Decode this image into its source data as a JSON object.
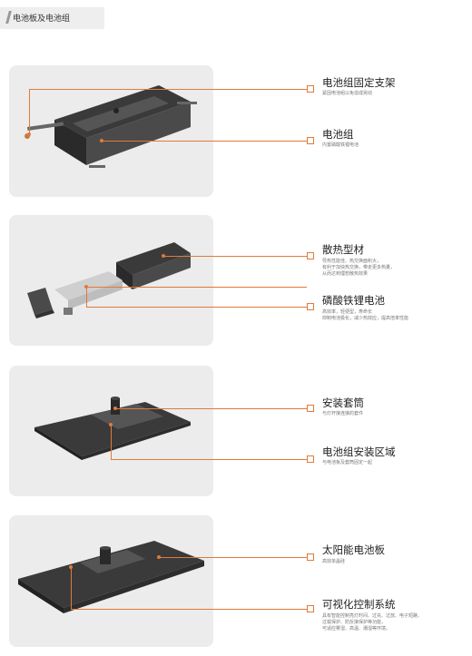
{
  "header": {
    "title": "电池板及电池组"
  },
  "sections": [
    {
      "items": [
        {
          "title": "电池组固定支架",
          "desc": [
            "紧固电池组以免造成晃动"
          ]
        },
        {
          "title": "电池组",
          "desc": [
            "内置磷酸铁锂电池"
          ]
        }
      ]
    },
    {
      "items": [
        {
          "title": "散热型材",
          "desc": [
            "导热性能佳、热交换面积大，",
            "有利于加快热交换，带走更多热量，",
            "从而达到理想散热效果"
          ]
        },
        {
          "title": "磷酸铁锂电池",
          "desc": [
            "高效率，轻便型，寿命长",
            "抑制电池极化，减少热效应，提高倍率性能"
          ]
        }
      ]
    },
    {
      "items": [
        {
          "title": "安装套筒",
          "desc": [
            "与灯杆接连接的套件"
          ]
        },
        {
          "title": "电池组安装区域",
          "desc": [
            "与电池板及套筒固定一起"
          ]
        }
      ]
    },
    {
      "items": [
        {
          "title": "太阳能电池板",
          "desc": [
            "高效单晶硅"
          ]
        },
        {
          "title": "可视化控制系统",
          "desc": [
            "具有智能控制亮灯时间、过充、过放、电子短路、",
            "过载保护、防反接保护等功能，",
            "可适应雾湿、高温、潮湿等环境。"
          ]
        }
      ]
    }
  ],
  "colors": {
    "accent": "#e07a3a",
    "panel": "#ececec"
  }
}
